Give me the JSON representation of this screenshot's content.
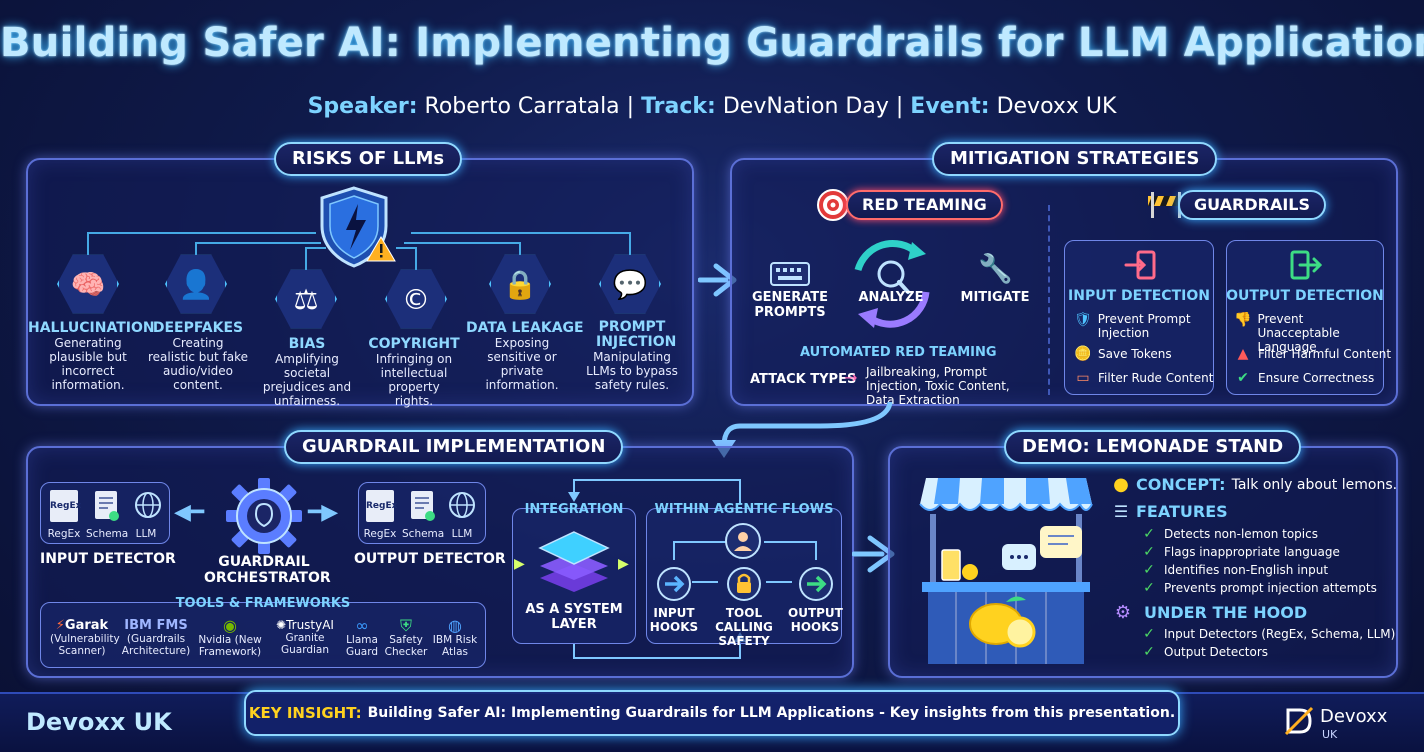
{
  "header": {
    "title": "Building Safer AI: Implementing Guardrails for LLM Applications",
    "speaker_label": "Speaker:",
    "speaker": "Roberto Carratala",
    "track_label": "Track:",
    "track": "DevNation Day",
    "event_label": "Event:",
    "event": "Devoxx UK",
    "sep": "|"
  },
  "risks": {
    "title": "RISKS OF LLMs",
    "items": [
      {
        "name": "HALLUCINATION",
        "desc": "Generating plausible but incorrect information.",
        "icon": "brain-question-icon"
      },
      {
        "name": "DEEPFAKES",
        "desc": "Creating realistic but fake audio/video content.",
        "icon": "face-scan-icon"
      },
      {
        "name": "BIAS",
        "desc": "Amplifying societal prejudices and unfairness.",
        "icon": "scales-icon"
      },
      {
        "name": "COPYRIGHT",
        "desc": "Infringing on intellectual property rights.",
        "icon": "copyright-document-icon"
      },
      {
        "name": "DATA LEAKAGE",
        "desc": "Exposing sensitive or private information.",
        "icon": "padlock-icon"
      },
      {
        "name": "PROMPT INJECTION",
        "desc": "Manipulating LLMs to bypass safety rules.",
        "icon": "syringe-chat-icon"
      }
    ]
  },
  "mitigation": {
    "title": "MITIGATION STRATEGIES",
    "red_teaming": {
      "title": "RED TEAMING",
      "generate": "GENERATE PROMPTS",
      "analyze": "ANALYZE",
      "mitigate": "MITIGATE",
      "automated": "AUTOMATED RED TEAMING",
      "attack_label": "ATTACK TYPES",
      "attack_types": "Jailbreaking, Prompt Injection, Toxic Content, Data Extraction"
    },
    "guardrails": {
      "title": "GUARDRAILS",
      "input": {
        "title": "INPUT DETECTION",
        "items": [
          "Prevent Prompt Injection",
          "Save Tokens",
          "Filter Rude Content"
        ]
      },
      "output": {
        "title": "OUTPUT DETECTION",
        "items": [
          "Prevent Unacceptable Language",
          "Filter Harmful Content",
          "Ensure Correctness"
        ]
      }
    }
  },
  "implementation": {
    "title": "GUARDRAIL IMPLEMENTATION",
    "detector_items": [
      "RegEx",
      "Schema",
      "LLM"
    ],
    "regex_icon_text": "RegEx",
    "input_detector": "INPUT DETECTOR",
    "orchestrator": "GUARDRAIL ORCHESTRATOR",
    "output_detector": "OUTPUT DETECTOR",
    "tools_title": "TOOLS & FRAMEWORKS",
    "tools": [
      {
        "name": "Garak",
        "desc": "(Vulnerability Scanner)"
      },
      {
        "name": "IBM FMS",
        "desc": "(Guardrails Architecture)"
      },
      {
        "name": "",
        "desc": "Nvidia (New Framework)"
      },
      {
        "name": "TrustyAI",
        "desc": "Granite Guardian"
      },
      {
        "name": "",
        "desc": "Llama Guard"
      },
      {
        "name": "",
        "desc": "Safety Checker"
      },
      {
        "name": "",
        "desc": "IBM Risk Atlas"
      }
    ],
    "integration": "INTEGRATION",
    "system_layer": "AS A SYSTEM LAYER",
    "agentic": "WITHIN AGENTIC FLOWS",
    "input_hooks": "INPUT HOOKS",
    "tool_calling": "TOOL CALLING SAFETY",
    "output_hooks": "OUTPUT HOOKS"
  },
  "demo": {
    "title": "DEMO: LEMONADE STAND",
    "concept_label": "CONCEPT:",
    "concept": "Talk only about lemons.",
    "features_title": "FEATURES",
    "features": [
      "Detects non-lemon topics",
      "Flags inappropriate language",
      "Identifies non-English input",
      "Prevents prompt injection attempts"
    ],
    "hood_title": "UNDER THE HOOD",
    "hood": [
      "Input Detectors (RegEx, Schema, LLM)",
      "Output Detectors"
    ]
  },
  "footer": {
    "brand": "Devoxx UK",
    "insight_label": "KEY INSIGHT:",
    "insight": "Building Safer AI: Implementing Guardrails for LLM Applications - Key insights from this presentation.",
    "logo_name": "Devoxx",
    "logo_sub": "UK"
  }
}
